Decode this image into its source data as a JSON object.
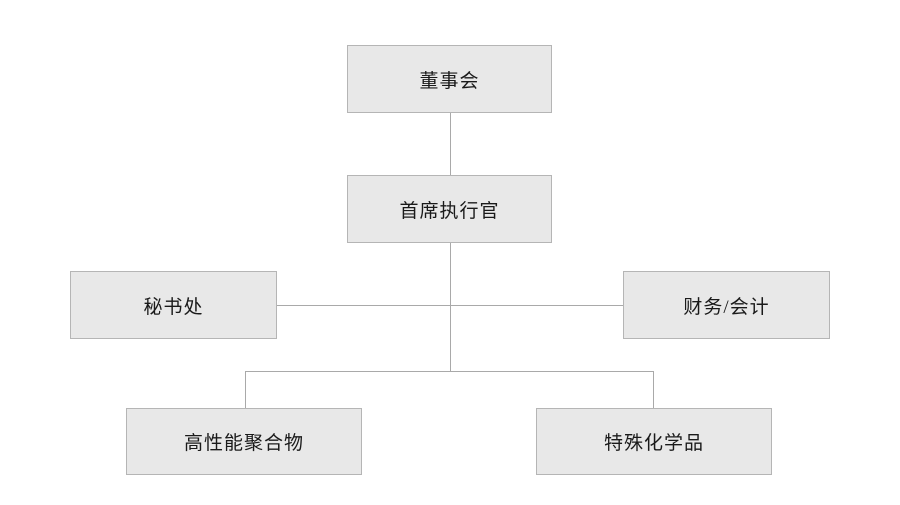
{
  "diagram": {
    "type": "org-chart",
    "colors": {
      "canvas_bg": "#ffffff",
      "node_fill": "#e8e8e8",
      "node_border": "#b5b5b5",
      "connector": "#a9a9a9",
      "text": "#1a1a1a"
    },
    "nodes": [
      {
        "id": "board",
        "label": "董事会",
        "parent": null
      },
      {
        "id": "ceo",
        "label": "首席执行官",
        "parent": "board"
      },
      {
        "id": "secretariat",
        "label": "秘书处",
        "parent": "ceo"
      },
      {
        "id": "finance",
        "label": "财务/会计",
        "parent": "ceo"
      },
      {
        "id": "polymers",
        "label": "高性能聚合物",
        "parent": "ceo"
      },
      {
        "id": "chemicals",
        "label": "特殊化学品",
        "parent": "ceo"
      }
    ]
  }
}
